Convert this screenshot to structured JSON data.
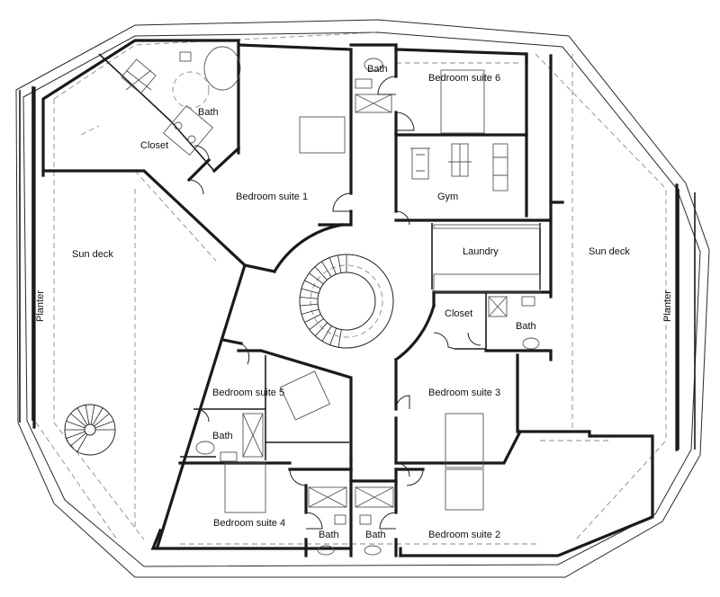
{
  "rooms": {
    "bedroom_suite_1": "Bedroom suite 1",
    "bedroom_suite_2": "Bedroom suite 2",
    "bedroom_suite_3": "Bedroom suite 3",
    "bedroom_suite_4": "Bedroom suite 4",
    "bedroom_suite_5": "Bedroom suite 5",
    "bedroom_suite_6": "Bedroom suite 6",
    "bath_a": "Bath",
    "bath_b": "Bath",
    "bath_c": "Bath",
    "bath_d": "Bath",
    "bath_e": "Bath",
    "bath_f": "Bath",
    "closet_a": "Closet",
    "closet_b": "Closet",
    "gym": "Gym",
    "laundry": "Laundry",
    "sun_deck_left": "Sun deck",
    "sun_deck_right": "Sun deck",
    "planter_left": "Planter",
    "planter_right": "Planter"
  }
}
